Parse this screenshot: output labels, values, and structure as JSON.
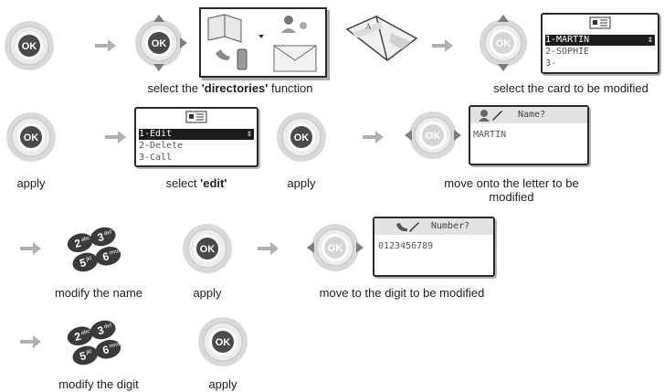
{
  "ok_label": "OK",
  "captions": {
    "directories_pre": "select the ",
    "directories_bold": "'directories'",
    "directories_post": " function",
    "select_card": "select the card to be modified",
    "apply": "apply",
    "select_edit_pre": "select ",
    "select_edit_bold": "'edit'",
    "move_letter_line1": "move onto the letter to be",
    "move_letter_line2": "modified",
    "modify_name": "modify the name",
    "move_digit": "move to the digit to be modified",
    "modify_digit": "modify the digit"
  },
  "card_screen": {
    "items": [
      "1-MARTIN",
      "2-SOPHIE",
      "3-"
    ],
    "selected_index": 0
  },
  "edit_screen": {
    "items": [
      "1-Edit",
      "2-Delete",
      "3-Call"
    ],
    "selected_index": 0
  },
  "name_screen": {
    "prompt": "Name?",
    "value": "MARTIN"
  },
  "number_screen": {
    "prompt": "Number?",
    "value": "0123456789"
  },
  "keypad_keys": [
    {
      "digit": "2",
      "letters": "abc"
    },
    {
      "digit": "3",
      "letters": "def"
    },
    {
      "digit": "5",
      "letters": "jkl"
    },
    {
      "digit": "6",
      "letters": "mno"
    }
  ],
  "colors": {
    "ring": "#d0d0d0",
    "ok_button": "#4a4a4a",
    "arrow": "#b0b0b0",
    "lcd_border": "#2a2a2a",
    "selection": "#1c1c1c"
  }
}
